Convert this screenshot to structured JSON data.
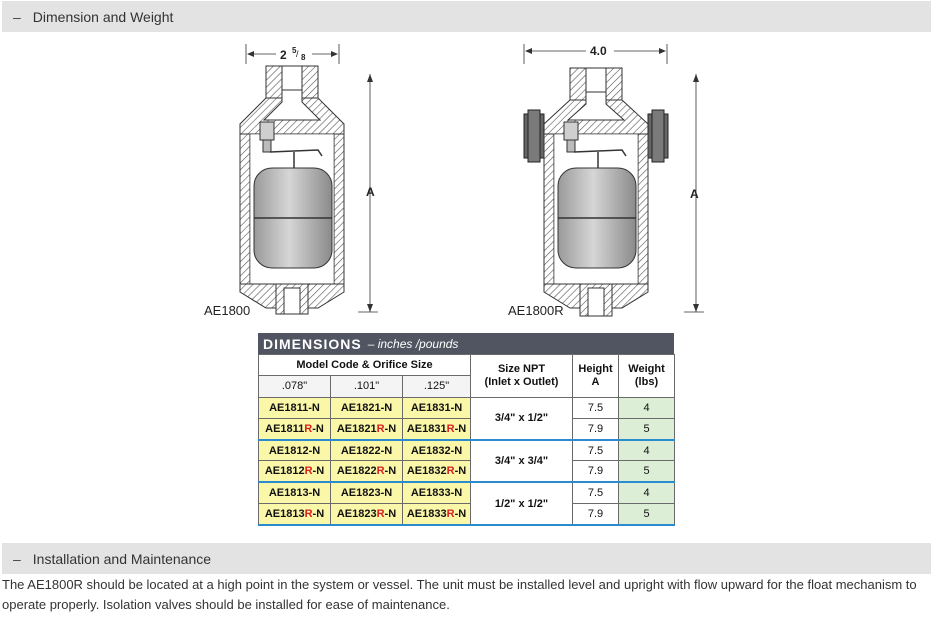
{
  "sections": {
    "dimension_weight": {
      "toggle": "–",
      "title": "Dimension and Weight"
    },
    "installation": {
      "toggle": "–",
      "title": "Installation and Maintenance"
    }
  },
  "drawings": {
    "left": {
      "caption": "AE1800",
      "width_label": "2",
      "width_num": "5",
      "width_den": "8",
      "height_label": "A"
    },
    "right": {
      "caption": "AE1800R",
      "width_label": "4.0",
      "height_label": "A"
    }
  },
  "dimensions_table": {
    "title": "DIMENSIONS",
    "subtitle": "– inches /pounds",
    "headers": {
      "model_code": "Model Code & Orifice Size",
      "size_npt": "Size NPT",
      "size_npt_sub": "(Inlet x Outlet)",
      "height": "Height",
      "height_sub": "A",
      "weight": "Weight",
      "weight_sub": "(lbs)"
    },
    "orifices": [
      ".078\"",
      ".101\"",
      ".125\""
    ],
    "rows": [
      {
        "m1": "AE1811",
        "m2": "AE1821",
        "m3": "AE1831",
        "r": false,
        "size": "3/4\" x 1/2\"",
        "height": "7.5",
        "weight": "4"
      },
      {
        "m1": "AE1811",
        "m2": "AE1821",
        "m3": "AE1831",
        "r": true,
        "height": "7.9",
        "weight": "5"
      },
      {
        "m1": "AE1812",
        "m2": "AE1822",
        "m3": "AE1832",
        "r": false,
        "size": "3/4\" x 3/4\"",
        "height": "7.5",
        "weight": "4"
      },
      {
        "m1": "AE1812",
        "m2": "AE1822",
        "m3": "AE1832",
        "r": true,
        "height": "7.9",
        "weight": "5"
      },
      {
        "m1": "AE1813",
        "m2": "AE1823",
        "m3": "AE1833",
        "r": false,
        "size": "1/2\" x 1/2\"",
        "height": "7.5",
        "weight": "4"
      },
      {
        "m1": "AE1813",
        "m2": "AE1823",
        "m3": "AE1833",
        "r": true,
        "height": "7.9",
        "weight": "5"
      }
    ],
    "suffix_plain": "-N",
    "suffix_r": "R",
    "suffix_n": "-N"
  },
  "installation_text": "The AE1800R should be located at a high point in the system or vessel. The unit must be installed level and upright with flow upward for the float mechanism to operate properly. Isolation valves should be installed for ease of maintenance.",
  "colors": {
    "header_bg": "#e3e3e3",
    "table_title_bg": "#505561",
    "model_cell_bg": "#fbf7a8",
    "weight_cell_bg": "#dcefd6",
    "group_divider": "#2a8ccf",
    "r_suffix": "#d8221f"
  }
}
